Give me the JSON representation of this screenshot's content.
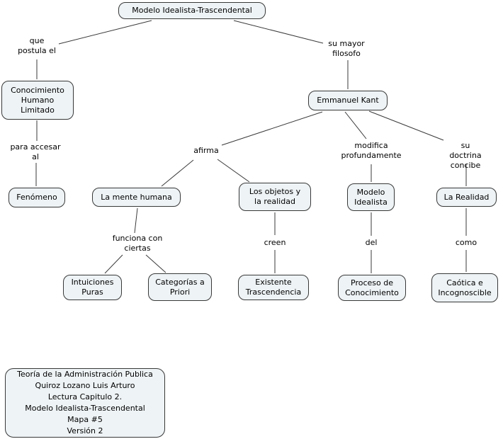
{
  "diagram": {
    "title": "Modelo Idealista-Trascendental",
    "colors": {
      "background": "#ffffff",
      "node_fill": "#eef3f5",
      "node_border": "#383838",
      "connector": "#3a3a3a",
      "text": "#000000"
    },
    "concepts": [
      {
        "id": "modelo-idealista-trascendental",
        "label": "Modelo Idealista-Trascendental"
      },
      {
        "id": "conocimiento-humano-limitado",
        "label": "Conocimiento\nHumano\nLimitado"
      },
      {
        "id": "emmanuel-kant",
        "label": "Emmanuel Kant"
      },
      {
        "id": "fenomeno",
        "label": "Fenómeno"
      },
      {
        "id": "la-mente-humana",
        "label": "La mente humana"
      },
      {
        "id": "los-objetos-y-la-realidad",
        "label": "Los objetos y\nla realidad"
      },
      {
        "id": "modelo-idealista",
        "label": "Modelo\nIdealista"
      },
      {
        "id": "la-realidad",
        "label": "La Realidad"
      },
      {
        "id": "intuiciones-puras",
        "label": "Intuiciones\nPuras"
      },
      {
        "id": "categorias-a-priori",
        "label": "Categorías a\nPriori"
      },
      {
        "id": "existente-trascendencia",
        "label": "Existente\nTrascendencia"
      },
      {
        "id": "proceso-de-conocimiento",
        "label": "Proceso de\nConocimiento"
      },
      {
        "id": "caotica-e-incognoscible",
        "label": "Caótica e\nIncognoscible"
      }
    ],
    "linking_phrases": [
      {
        "id": "que-postula-el",
        "label": "que\npostula el"
      },
      {
        "id": "su-mayor-filosofo",
        "label": "su mayor\nfilosofo"
      },
      {
        "id": "para-accesar-al",
        "label": "para accesar\nal"
      },
      {
        "id": "afirma",
        "label": "afirma"
      },
      {
        "id": "modifica-profundamente",
        "label": "modifica\nprofundamente"
      },
      {
        "id": "su-doctrina-concibe",
        "label": "su doctrina\nconcibe"
      },
      {
        "id": "funciona-con-ciertas",
        "label": "funciona con\nciertas"
      },
      {
        "id": "creen",
        "label": "creen"
      },
      {
        "id": "del",
        "label": "del"
      },
      {
        "id": "como",
        "label": "como"
      }
    ],
    "info_box": {
      "lines": [
        "Teoría de la Administración Publica",
        "Quiroz Lozano Luis Arturo",
        "Lectura Capitulo 2.",
        "Modelo Idealista-Trascendental",
        "Mapa #5",
        "Versión 2"
      ]
    }
  }
}
